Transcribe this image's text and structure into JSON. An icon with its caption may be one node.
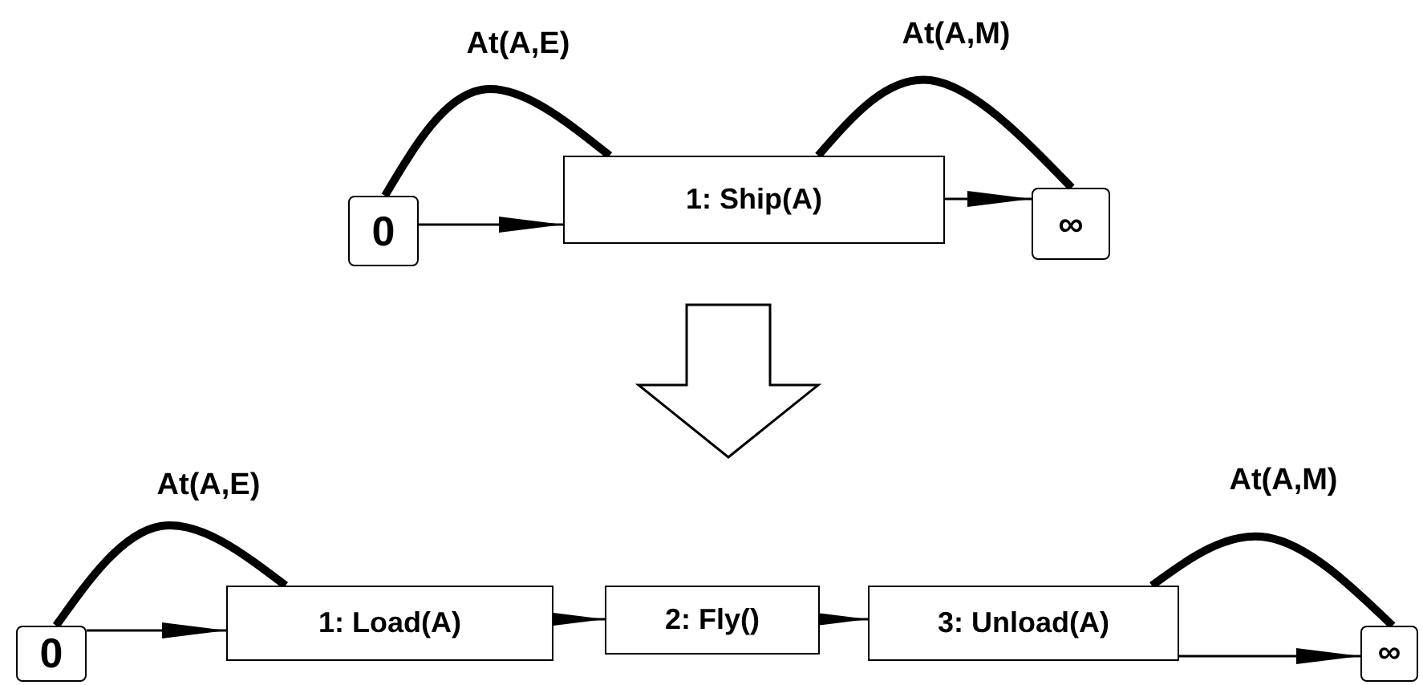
{
  "diagram": {
    "nodes": [
      {
        "text": [
          "0"
        ]
      },
      {
        "text": [
          "1:  Ship(A)"
        ]
      },
      {
        "text": [
          "∞"
        ]
      },
      {
        "text": [
          "0"
        ]
      },
      {
        "text": [
          "1: Load(A)"
        ]
      },
      {
        "text": [
          "2: Fly()"
        ]
      },
      {
        "text": [
          "3: Unload(A)"
        ]
      },
      {
        "text": [
          "∞"
        ]
      }
    ],
    "edges": [
      {
        "from": 0,
        "to": 1,
        "arrow": "to"
      },
      {
        "from": 0,
        "to": 1,
        "arrow": "none",
        "label": "At(A,E)",
        "style": "thick"
      },
      {
        "from": 1,
        "to": 2,
        "arrow": "to"
      },
      {
        "from": 1,
        "to": 2,
        "arrow": "none",
        "label": "At(A,M)",
        "style": "thick"
      },
      {
        "from": 3,
        "to": 4,
        "arrow": "to"
      },
      {
        "from": 3,
        "to": 4,
        "arrow": "none",
        "label": "At(A,E)",
        "style": "thick"
      },
      {
        "from": 4,
        "to": 5,
        "arrow": "to"
      },
      {
        "from": 5,
        "to": 6,
        "arrow": "to"
      },
      {
        "from": 6,
        "to": 7,
        "arrow": "to"
      },
      {
        "from": 6,
        "to": 7,
        "arrow": "none",
        "label": "At(A,M)",
        "style": "thick"
      }
    ]
  }
}
